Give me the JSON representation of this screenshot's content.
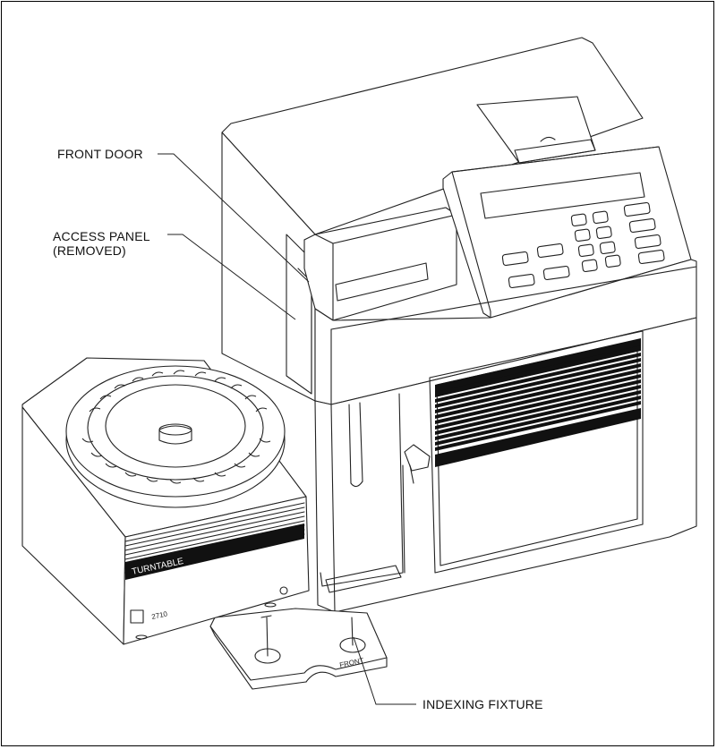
{
  "callouts": {
    "front_door": "FRONT DOOR",
    "access_panel_line1": "ACCESS PANEL",
    "access_panel_line2": "(REMOVED)",
    "indexing_fixture": "INDEXING FIXTURE"
  },
  "device_labels": {
    "turntable": "TURNTABLE",
    "model": "2710",
    "front": "FRONT"
  },
  "colors": {
    "line": "#222222",
    "ink": "#111111",
    "paper": "#ffffff"
  }
}
